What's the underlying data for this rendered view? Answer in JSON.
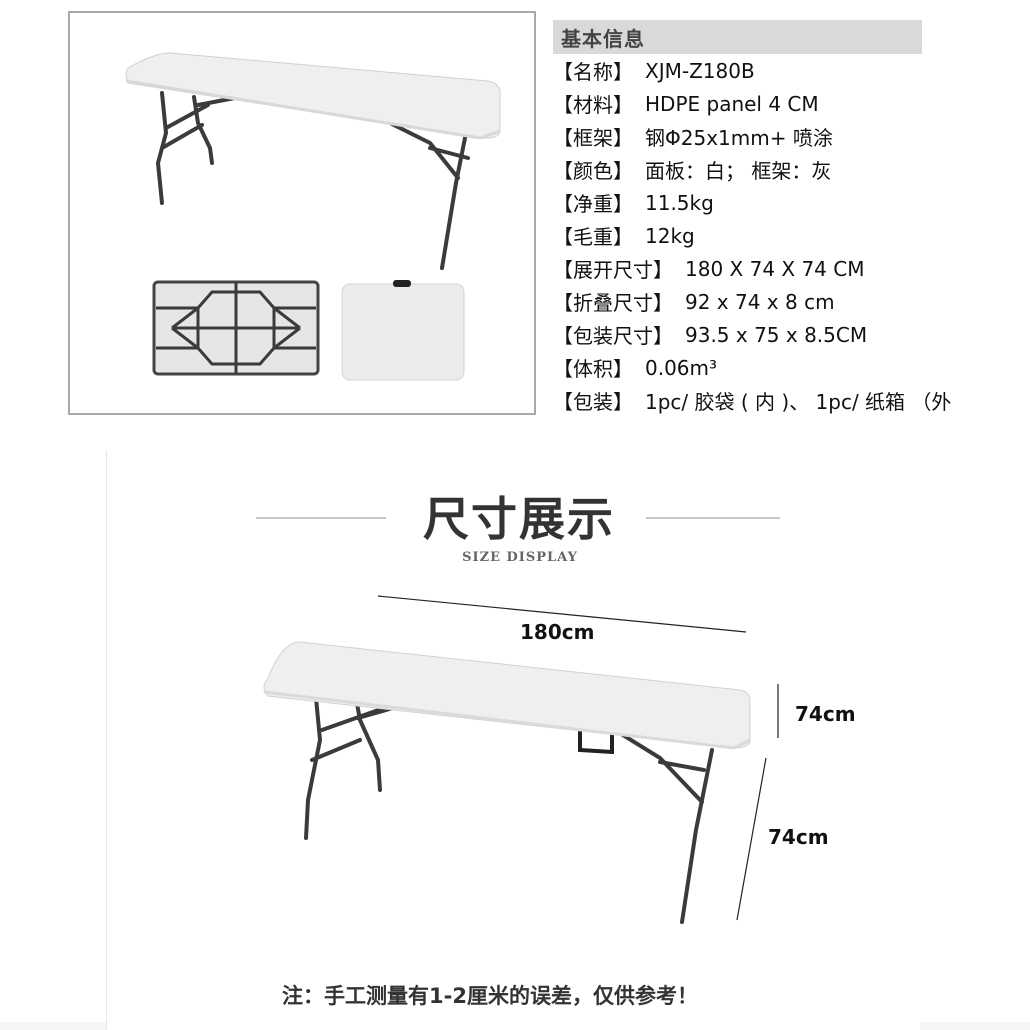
{
  "product_photo": {
    "main_image_alt": "folding table unfolded",
    "folded_underside_alt": "folded table underside view",
    "folded_top_alt": "folded table top view"
  },
  "basic_info": {
    "header": "基本信息",
    "specs": [
      {
        "key": "【名称】",
        "value": "XJM-Z180B"
      },
      {
        "key": "【材料】",
        "value": "HDPE panel 4 CM"
      },
      {
        "key": "【框架】",
        "value": "钢Φ25x1mm+ 喷涂"
      },
      {
        "key": "【颜色】",
        "value": "面板：白； 框架：灰"
      },
      {
        "key": "【净重】",
        "value": " 11.5kg"
      },
      {
        "key": "【毛重】",
        "value": " 12kg"
      },
      {
        "key": "【展开尺寸】",
        "value": "180 X 74 X 74 CM"
      },
      {
        "key": "【折叠尺寸】",
        "value": " 92 x 74 x 8 cm"
      },
      {
        "key": "【包装尺寸】",
        "value": "93.5 x 75 x 8.5CM"
      },
      {
        "key": "【体积】",
        "value": "0.06m³"
      },
      {
        "key": "【包装】",
        "value": "1pc/ 胶袋 ( 内 )、 1pc/ 纸箱 （外"
      }
    ]
  },
  "size_display": {
    "title": "尺寸展示",
    "subtitle": "SIZE DISPLAY",
    "length_label": "180cm",
    "width_label": "74cm",
    "height_label": "74cm",
    "note": "注：手工测量有1-2厘米的误差，仅供参考！"
  },
  "colors": {
    "panel": "#eeeeee",
    "frame": "#3a3a3a",
    "header_bg": "#d9d9d9"
  }
}
